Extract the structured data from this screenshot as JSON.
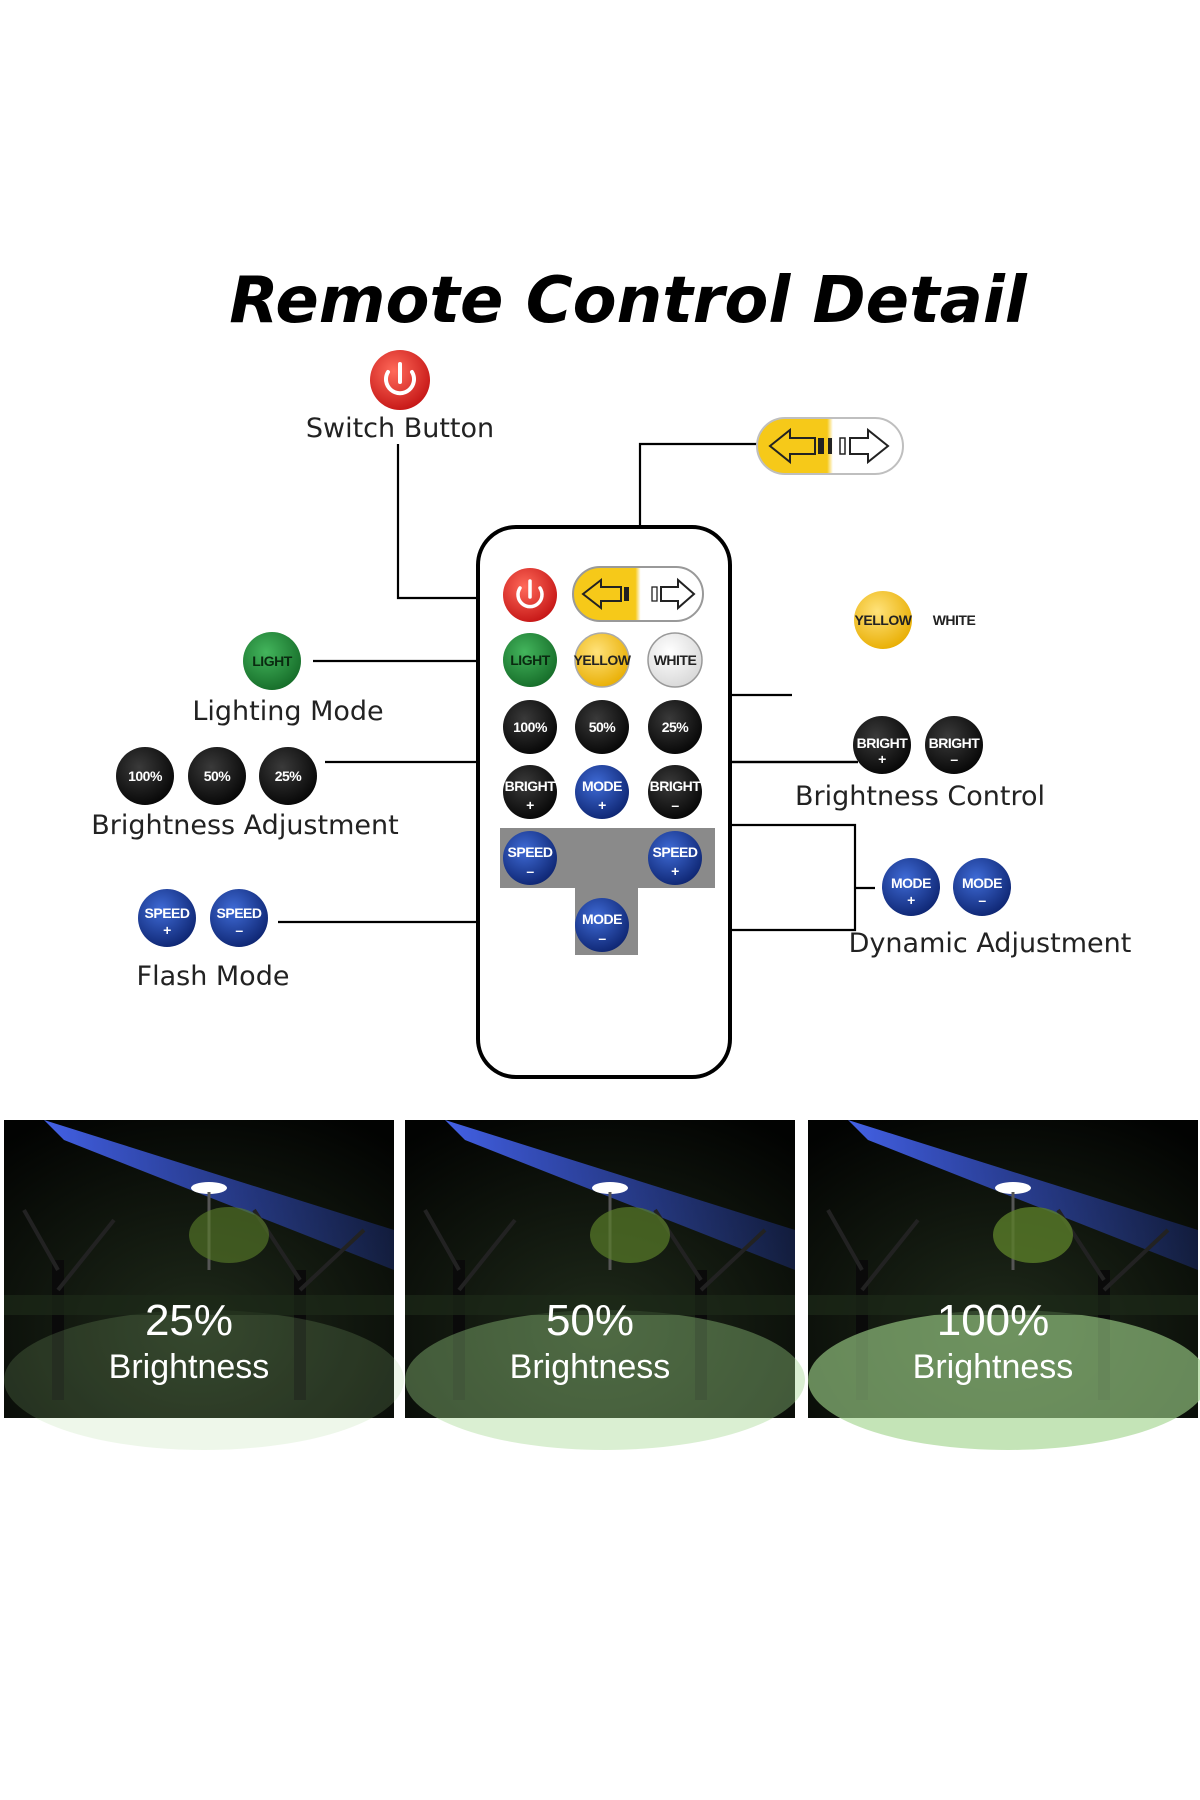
{
  "title": "Remote Control Detail",
  "labels": {
    "switch": "Switch Button",
    "lighting": "Lighting Mode",
    "brightness_adjust": "Brightness Adjustment",
    "flash": "Flash Mode",
    "brightness_control": "Brightness Control",
    "dynamic": "Dynamic Adjustment"
  },
  "buttons": {
    "light": "LIGHT",
    "yellow": "YELLOW",
    "white": "WHITE",
    "p100": "100%",
    "p50": "50%",
    "p25": "25%",
    "bright": "BRIGHT",
    "mode": "MODE",
    "speed": "SPEED",
    "plus": "+",
    "minus": "–"
  },
  "photos": [
    {
      "value": "25%",
      "caption": "Brightness"
    },
    {
      "value": "50%",
      "caption": "Brightness"
    },
    {
      "value": "100%",
      "caption": "Brightness"
    }
  ],
  "colors": {
    "red": "#d91f1f",
    "green": "#1e8a36",
    "yellow": "#f5c51a",
    "blue": "#14368f",
    "dark": "#111111",
    "pad": "#8a8a8a"
  }
}
